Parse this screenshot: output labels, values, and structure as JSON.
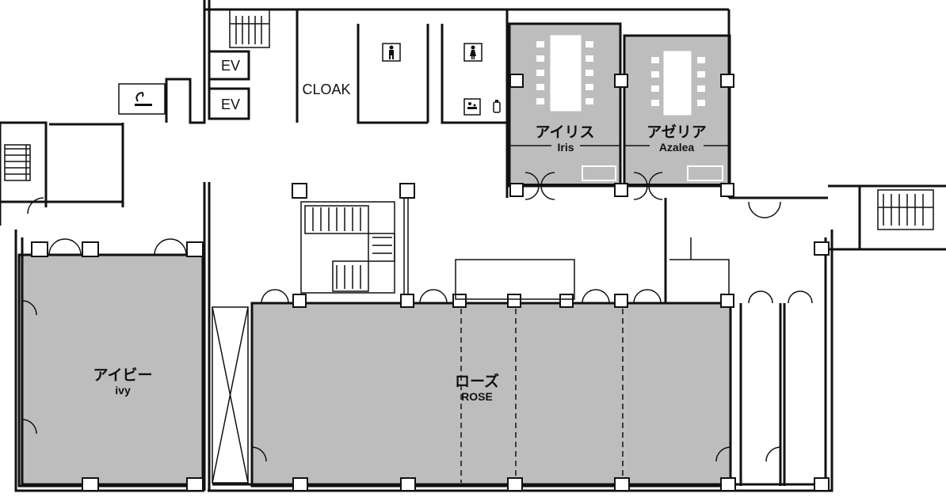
{
  "rooms": {
    "ivy": {
      "name_jp": "アイビー",
      "name_en": "ivy"
    },
    "rose": {
      "name_jp": "ローズ",
      "name_en": "ROSE"
    },
    "iris": {
      "name_jp": "アイリス",
      "name_en": "Iris"
    },
    "azalea": {
      "name_jp": "アゼリア",
      "name_en": "Azalea"
    }
  },
  "facilities": {
    "ev_upper": "EV",
    "ev_lower": "EV",
    "cloak": "CLOAK"
  },
  "icons": [
    "smoking-icon",
    "male-restroom-icon",
    "female-restroom-icon",
    "baby-changing-icon",
    "bottle-icon"
  ],
  "colors": {
    "room_fill": "#bdbdbd",
    "wall": "#111111",
    "background": "#ffffff"
  }
}
